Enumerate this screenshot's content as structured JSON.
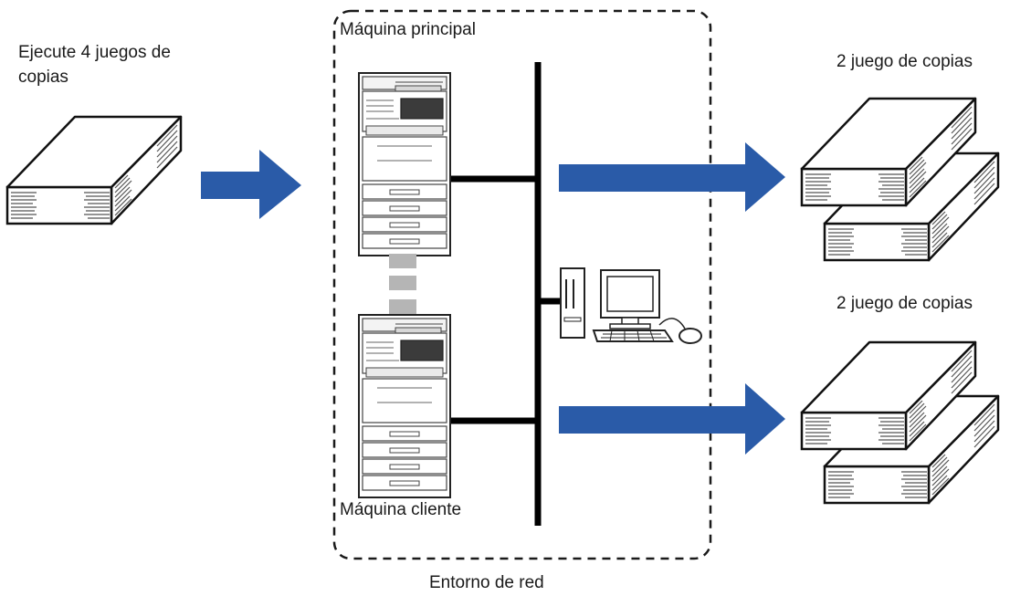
{
  "source": {
    "label_line1": "Ejecute 4 juegos de",
    "label_line2": "copias"
  },
  "network": {
    "main_machine_label": "Máquina principal",
    "client_machine_label": "Máquina cliente",
    "environment_label": "Entorno de red"
  },
  "outputs": [
    {
      "label": "2 juego de copias"
    },
    {
      "label": "2 juego de copias"
    }
  ],
  "colors": {
    "arrow": "#2a5ba8",
    "network_line": "#000000",
    "link_dash": "#b5b5b5",
    "frame": "#1a1a1a"
  }
}
